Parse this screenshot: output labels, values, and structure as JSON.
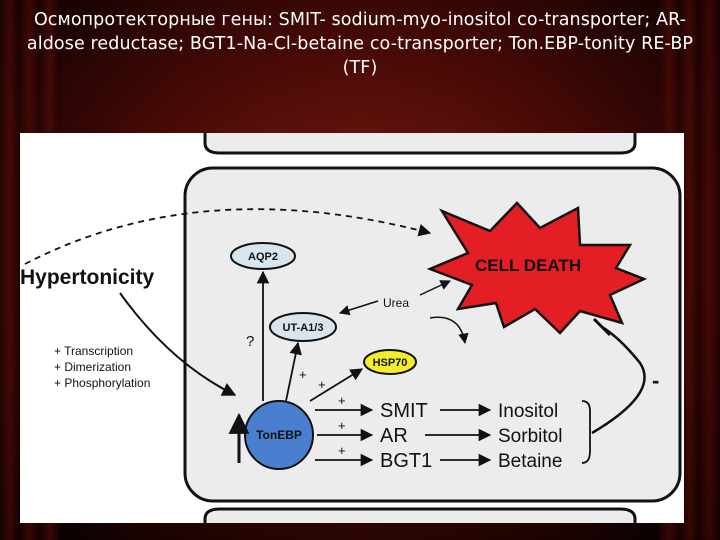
{
  "slide": {
    "title_line1": "Осмопротекторные гены: SMIT- sodium-myo-inositol  co-transporter; AR-",
    "title_line2": "aldose reductase; BGT1-Na-Cl-betaine co-transporter; Ton.EBP-tonity RE-BP",
    "title_line3": "(TF)"
  },
  "diagram": {
    "stimulus": "Hypertonicity",
    "effects": [
      "+ Transcription",
      "+ Dimerization",
      "+ Phosphorylation"
    ],
    "tonebp": "TonEBP",
    "aqp2": "AQP2",
    "uta": "UT-A1/3",
    "hsp70": "HSP70",
    "urea": "Urea",
    "cell_death": "CELL DEATH",
    "question": "?",
    "plus": "+",
    "minus": "-",
    "genes": [
      "SMIT",
      "AR",
      "BGT1"
    ],
    "osmolytes": [
      "Inositol",
      "Sorbitol",
      "Betaine"
    ],
    "colors": {
      "cell_fill": "#ececec",
      "tonebp_fill": "#4a7fd0",
      "hsp70_fill": "#f2ee2a",
      "death_fill": "#e41e25",
      "aqp2_fill": "#d8e4ee"
    }
  }
}
